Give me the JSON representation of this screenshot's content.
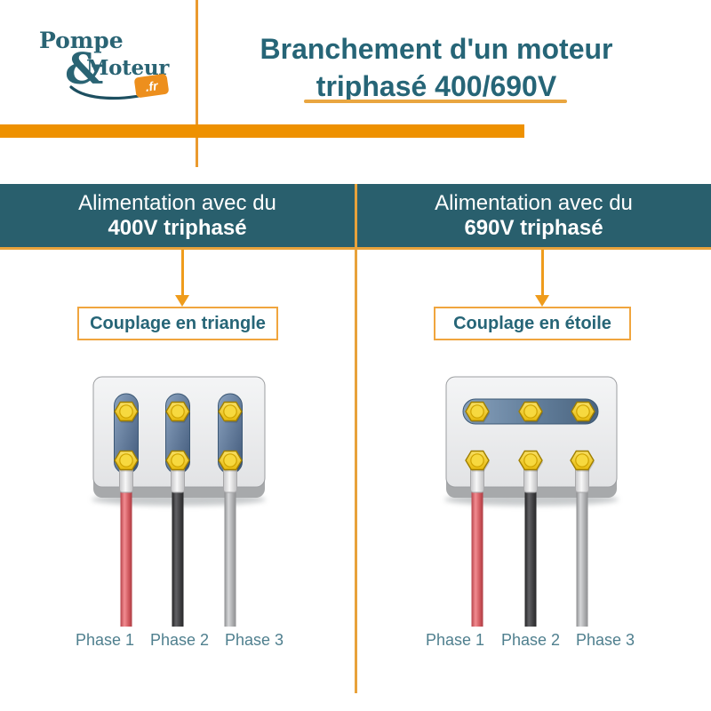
{
  "logo": {
    "word1": "Pompe",
    "amp": "&",
    "word2": "Moteur",
    "badge": ".fr"
  },
  "title": {
    "line1": "Branchement d'un moteur",
    "line2": "triphasé 400/690V"
  },
  "columns": [
    {
      "band_line1": "Alimentation avec du",
      "band_line2": "400V triphasé",
      "coupling_label": "Couplage en triangle"
    },
    {
      "band_line1": "Alimentation avec du",
      "band_line2": "690V triphasé",
      "coupling_label": "Couplage en étoile"
    }
  ],
  "phase_labels": [
    "Phase 1",
    "Phase 2",
    "Phase 3"
  ],
  "colors": {
    "teal_band": "#295F6D",
    "teal_text": "#266577",
    "phase_label_text": "#4F7F8E",
    "orange_bar": "#EE9100",
    "orange_line": "#E8A23B",
    "orange_arrow": "#EF9C1C",
    "badge_orange": "#ED8F1D",
    "wire_phase1": "#E06A6F",
    "wire_phase2": "#4A4A4C",
    "wire_phase3": "#B4B5B7",
    "nut_yellow": "#F2C71E",
    "bar_steel_blue": "#5C7893"
  }
}
